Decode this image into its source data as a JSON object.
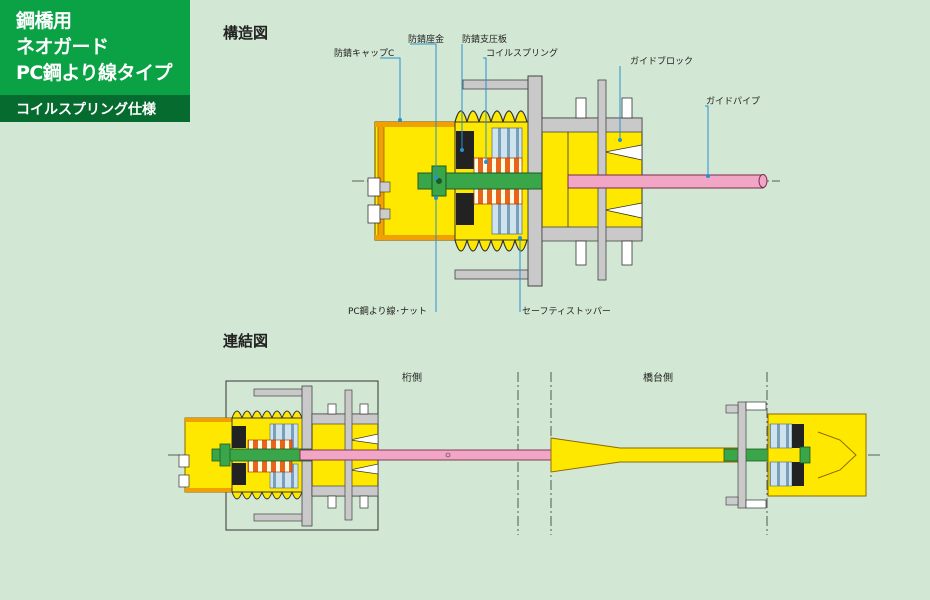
{
  "header": {
    "title_lines": [
      "鋼橋用",
      "ネオガード",
      "PC鋼より線タイプ"
    ],
    "subtitle": "コイルスプリング仕様"
  },
  "structure": {
    "heading": "構造図",
    "labels": {
      "cap": "防錆キャップC",
      "seat": "防錆座金",
      "plate": "防錆支圧板",
      "spring": "コイルスプリング",
      "block": "ガイドブロック",
      "pipe": "ガイドパイプ",
      "nut": "PC鋼より線･ナット",
      "stopper": "セーフティストッパー"
    }
  },
  "connection": {
    "heading": "連結図",
    "girder_side": "桁側",
    "abutment_side": "橋台側"
  },
  "colors": {
    "title_bg": "#0aa244",
    "subtitle_bg": "#066b2e",
    "background": "#d3e8d4",
    "body_yellow": "#ffe800",
    "pipe_pink": "#f2a6c6",
    "rod_green": "#3aa64a",
    "spring_orange": "#e8641c",
    "leader_blue": "#2a8fd0"
  }
}
